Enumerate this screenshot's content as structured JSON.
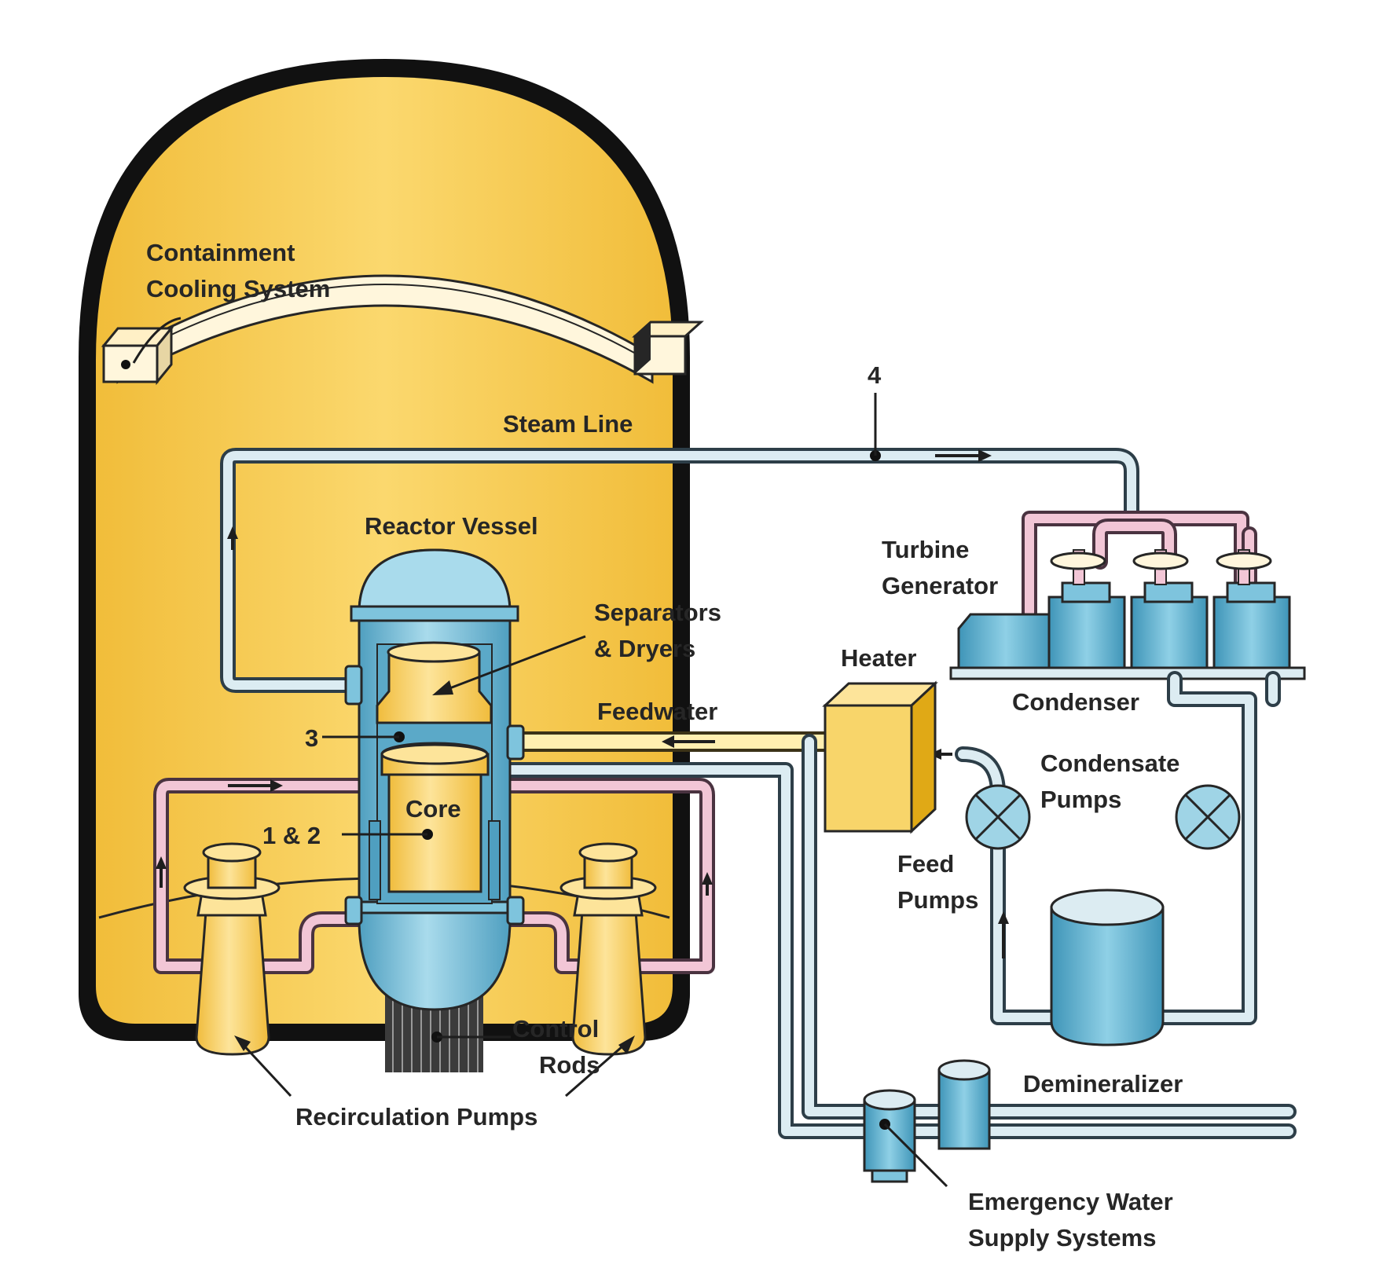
{
  "labels": {
    "containment_cooling_line1": "Containment",
    "containment_cooling_line2": "Cooling System",
    "steam_line": "Steam Line",
    "point_4": "4",
    "reactor_vessel": "Reactor Vessel",
    "separators_line1": "Separators",
    "separators_line2": "& Dryers",
    "turbine_line1": "Turbine",
    "turbine_line2": "Generator",
    "heater": "Heater",
    "condenser": "Condenser",
    "feedwater": "Feedwater",
    "point_3": "3",
    "condensate_line1": "Condensate",
    "condensate_line2": "Pumps",
    "core": "Core",
    "point_1_2": "1 & 2",
    "feed_pumps_line1": "Feed",
    "feed_pumps_line2": "Pumps",
    "control_rods_line1": "Control",
    "control_rods_line2": "Rods",
    "demineralizer": "Demineralizer",
    "recirculation_pumps": "Recirculation Pumps",
    "emergency_line1": "Emergency Water",
    "emergency_line2": "Supply Systems"
  },
  "colors": {
    "containment_fill": "#f6c94e",
    "containment_wall": "#111111",
    "vessel_blue": "#7ec4dd",
    "pipe_blue": "#dcecf2",
    "pipe_pink": "#f2c6d6",
    "equipment_yellow": "#f8d56a"
  }
}
